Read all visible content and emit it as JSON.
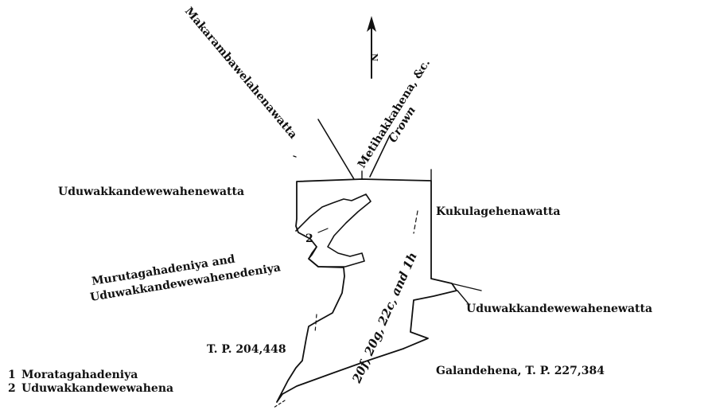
{
  "north_label": "N",
  "labels": {
    "makaramba": "Makarambawelahenawatta",
    "metihakka": "Metihakkahena, &c.",
    "crown": "Crown",
    "udu_top": "Uduwakkandewewahenewatta",
    "kukula": "Kukulagehenawatta",
    "muru_line1": "Murutagahadeniya and",
    "muru_line2": "Uduwakkandewewahenedeniya",
    "udu_right": "Uduwakkandewewahenewatta",
    "tp_left": "T. P. 204,448",
    "lot_numbers": "20f, 20g, 22c, and 1h",
    "galande": "Galandehena, T. P. 227,384",
    "num_2": "2"
  },
  "legend": [
    {
      "num": "1",
      "text": "Moratagahadeniya"
    },
    {
      "num": "2",
      "text": "Uduwakkandewewahena"
    }
  ],
  "colors": {
    "ink": "#111111",
    "paper": "#ffffff"
  }
}
